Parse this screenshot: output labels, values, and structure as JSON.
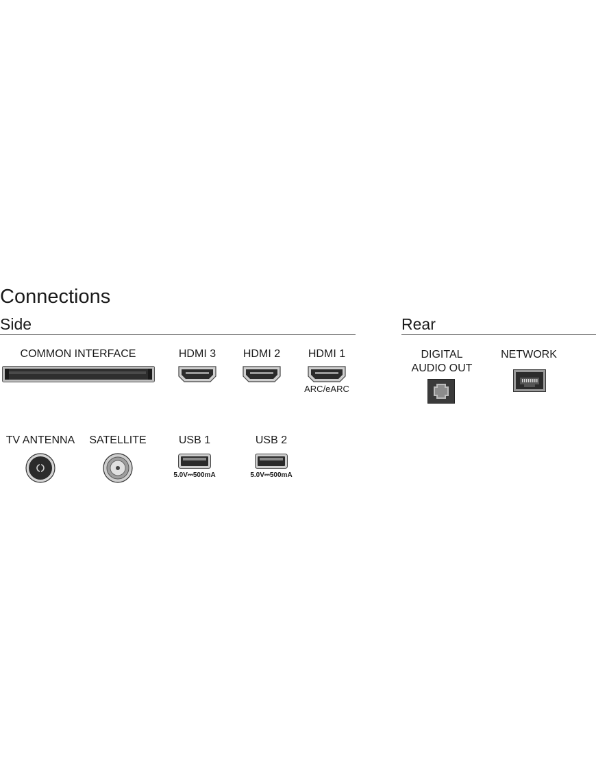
{
  "title": "Connections",
  "sections": {
    "side": "Side",
    "rear": "Rear"
  },
  "side_ports": {
    "common_interface": "COMMON INTERFACE",
    "hdmi3": "HDMI 3",
    "hdmi2": "HDMI 2",
    "hdmi1": "HDMI 1",
    "hdmi1_note": "ARC/eARC",
    "tv_antenna": "TV ANTENNA",
    "satellite": "SATELLITE",
    "usb1": "USB 1",
    "usb1_spec": "5.0V⎓500mA",
    "usb2": "USB 2",
    "usb2_spec": "5.0V⎓500mA"
  },
  "rear_ports": {
    "digital_audio_out_line1": "DIGITAL",
    "digital_audio_out_line2": "AUDIO OUT",
    "network": "NETWORK"
  },
  "icons": {
    "ci_slot": "common-interface-slot-icon",
    "hdmi": "hdmi-port-icon",
    "coax": "coax-antenna-icon",
    "satellite": "satellite-f-connector-icon",
    "usb": "usb-port-icon",
    "optical": "optical-audio-icon",
    "ethernet": "ethernet-port-icon"
  },
  "colors": {
    "port_dark": "#2b2b2b",
    "port_mid": "#8a8a8a",
    "rule": "#555555"
  }
}
